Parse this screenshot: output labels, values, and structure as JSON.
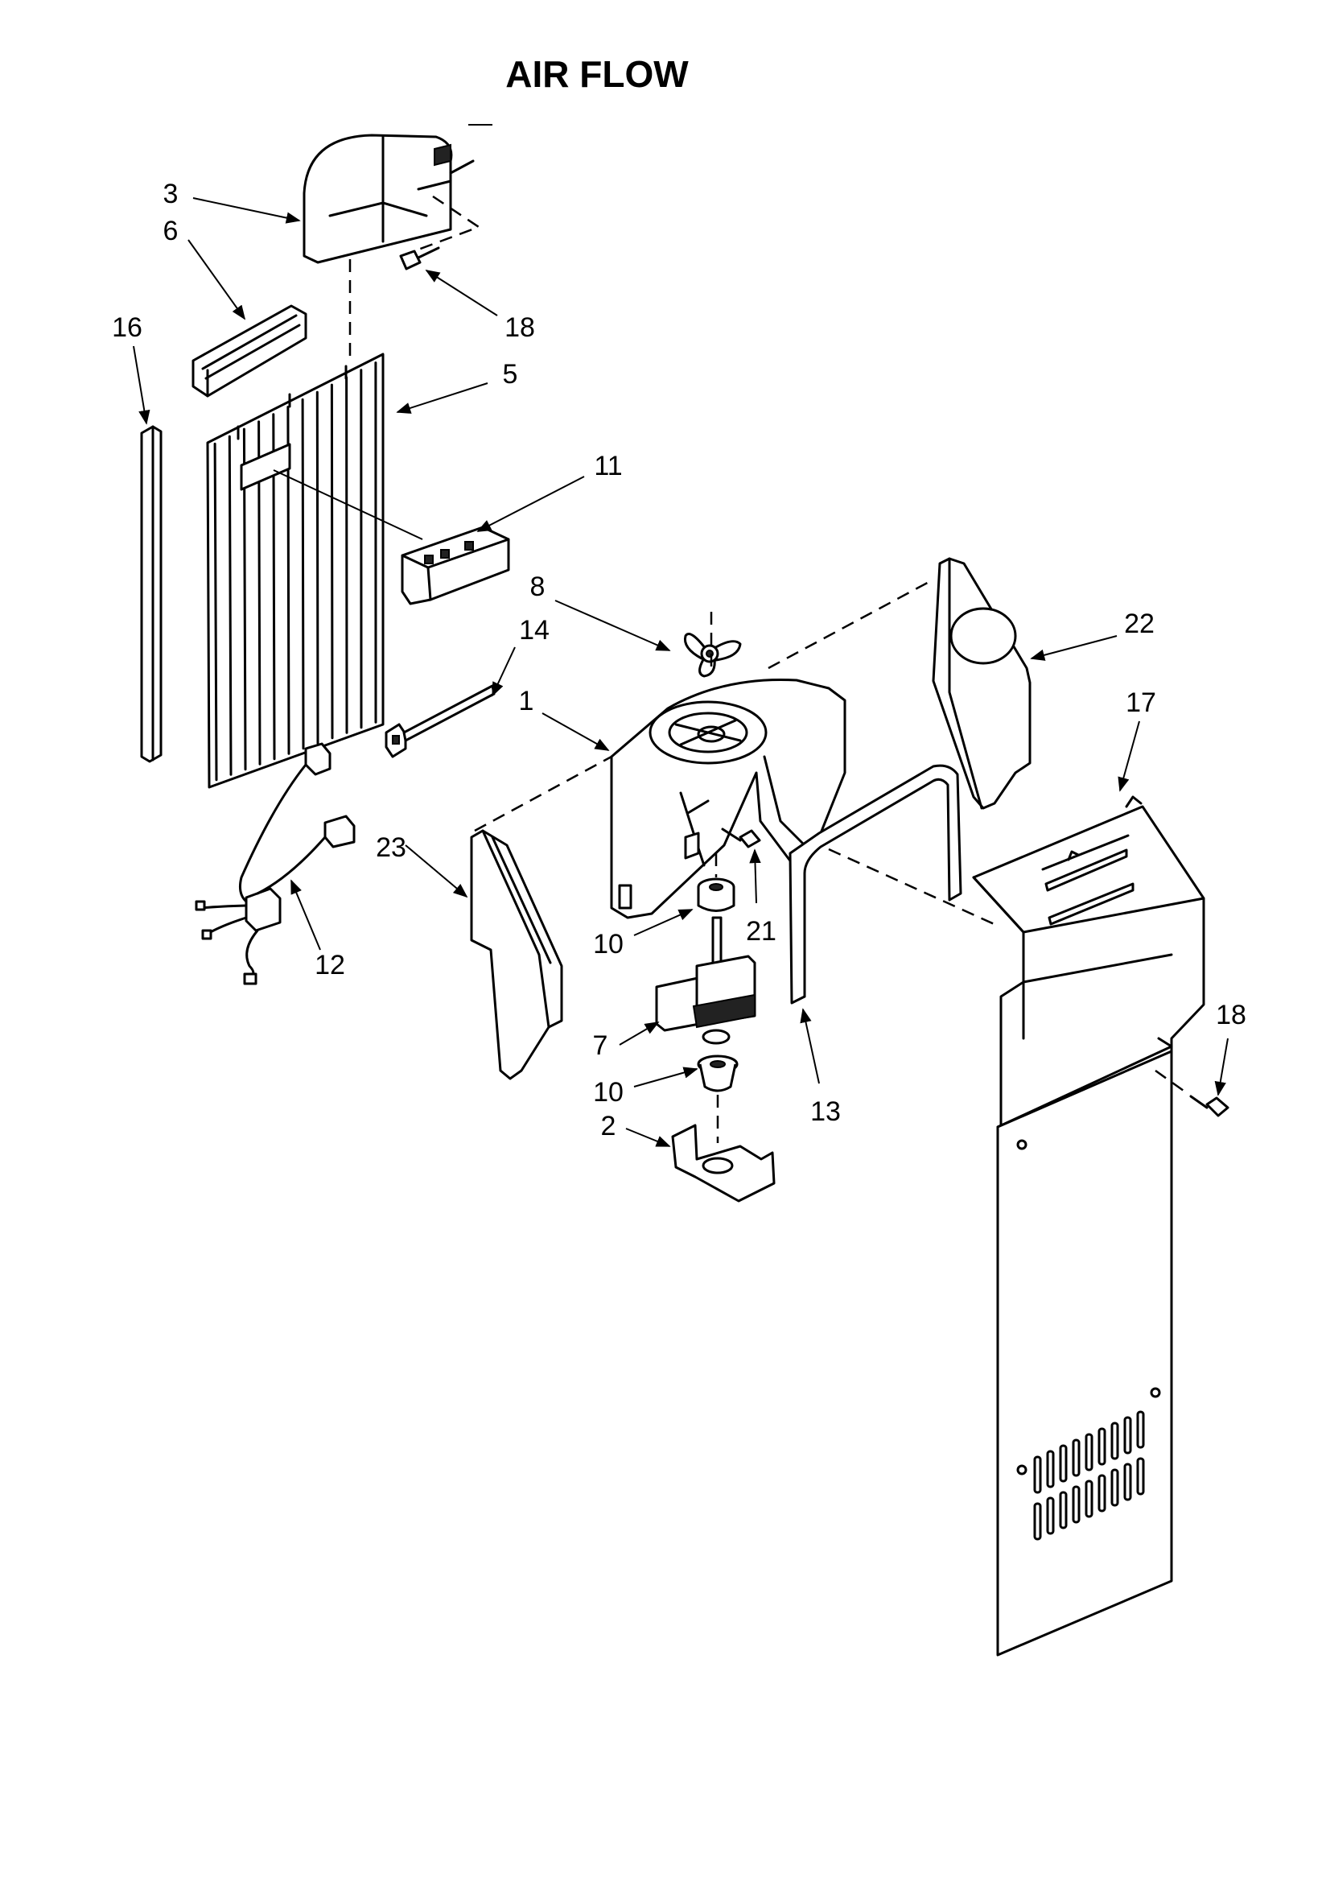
{
  "title": "AIR FLOW",
  "callouts": [
    {
      "label": "1"
    },
    {
      "label": "2"
    },
    {
      "label": "3"
    },
    {
      "label": "5"
    },
    {
      "label": "6"
    },
    {
      "label": "7"
    },
    {
      "label": "8"
    },
    {
      "label": "10"
    },
    {
      "label": "10"
    },
    {
      "label": "11"
    },
    {
      "label": "12"
    },
    {
      "label": "13"
    },
    {
      "label": "14"
    },
    {
      "label": "16"
    },
    {
      "label": "17"
    },
    {
      "label": "18"
    },
    {
      "label": "18"
    },
    {
      "label": "21"
    },
    {
      "label": "22"
    },
    {
      "label": "23"
    }
  ]
}
